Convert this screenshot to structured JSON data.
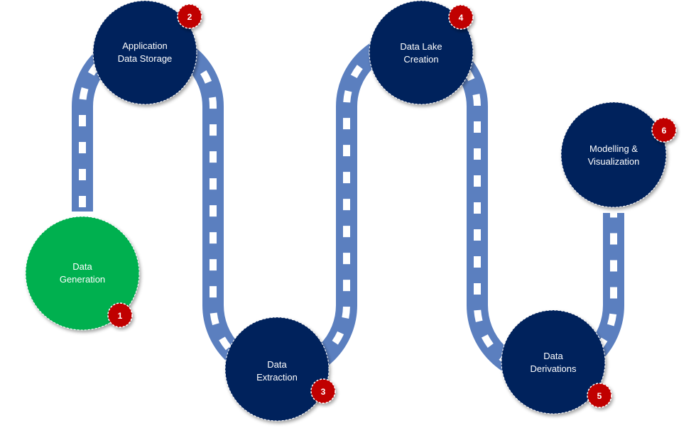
{
  "colors": {
    "road": "#5b7fbf",
    "road_dash": "#ffffff",
    "node_dark": "#06205b",
    "node_green": "#00b050",
    "badge": "#c00000"
  },
  "steps": [
    {
      "number": "1",
      "line1": "Data",
      "line2": "Generation"
    },
    {
      "number": "2",
      "line1": "Application",
      "line2": "Data Storage"
    },
    {
      "number": "3",
      "line1": "Data",
      "line2": "Extraction"
    },
    {
      "number": "4",
      "line1": "Data Lake",
      "line2": "Creation"
    },
    {
      "number": "5",
      "line1": "Data",
      "line2": "Derivations"
    },
    {
      "number": "6",
      "line1": "Modelling &",
      "line2": "Visualization"
    }
  ]
}
